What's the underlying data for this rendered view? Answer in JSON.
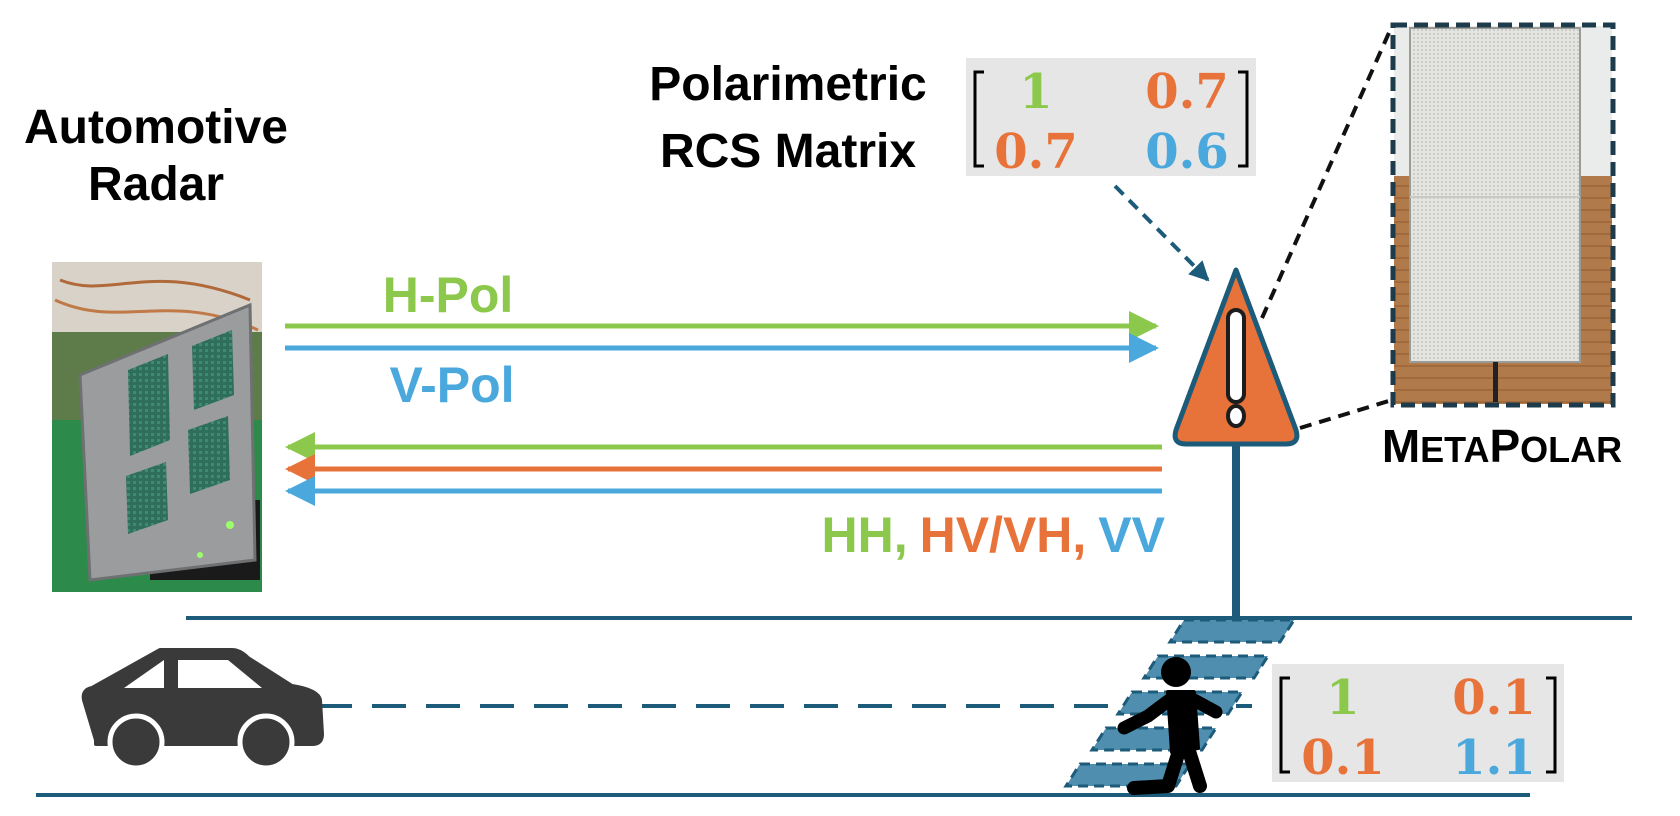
{
  "radar_label": {
    "line1": "Automotive",
    "line2": "Radar"
  },
  "matrix_title": {
    "line1": "Polarimetric",
    "line2": "RCS Matrix"
  },
  "metapolar_matrix": {
    "hh": "1",
    "hv": "0.7",
    "vh": "0.7",
    "vv": "0.6"
  },
  "pedestrian_matrix": {
    "hh": "1",
    "hv": "0.1",
    "vh": "0.1",
    "vv": "1.1"
  },
  "tx_labels": {
    "h_pol": "H-Pol",
    "v_pol": "V-Pol"
  },
  "rx_labels": {
    "hh": "HH,",
    "hv_vh": "HV/VH,",
    "vv": "VV"
  },
  "metapolar_label": {
    "big1": "M",
    "small1": "ETA",
    "big2": "P",
    "small2": "OLAR"
  },
  "colors": {
    "h_pol": "#8cc84b",
    "v_pol": "#4aa8dc",
    "cross_pol": "#e8733a",
    "road": "#1d5b7a",
    "sign_fill": "#e8733a",
    "matrix_bg": "#e6e6e6",
    "dark_icon": "#3a3a3a"
  }
}
